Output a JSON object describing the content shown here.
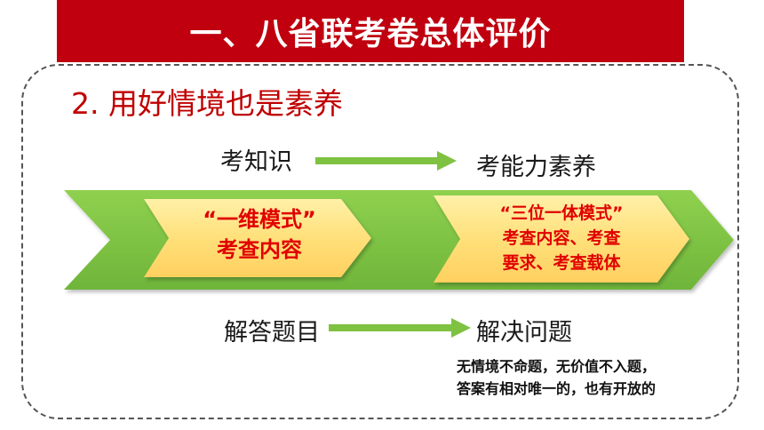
{
  "header": {
    "title": "一、八省联考卷总体评价"
  },
  "section": {
    "subtitle": "2. 用好情境也是素养"
  },
  "flow_top": {
    "left": "考知识",
    "right": "考能力素养"
  },
  "flow_bottom": {
    "left": "解答题目",
    "right": "解决问题"
  },
  "box_left": {
    "line1": "“一维模式”",
    "line2": "考查内容"
  },
  "box_right": {
    "line1": "“三位一体模式”",
    "line2": "考查内容、考查",
    "line3": "要求、考查载体"
  },
  "note": {
    "line1": "无情境不命题，无价值不入题，",
    "line2": "答案有相对唯一的，也有开放的"
  },
  "colors": {
    "banner": "#c0000f",
    "subtitle": "#c00000",
    "arrow_green": "#7fc241",
    "box_yellow": "#ffe07a",
    "box_text": "#e00000"
  }
}
